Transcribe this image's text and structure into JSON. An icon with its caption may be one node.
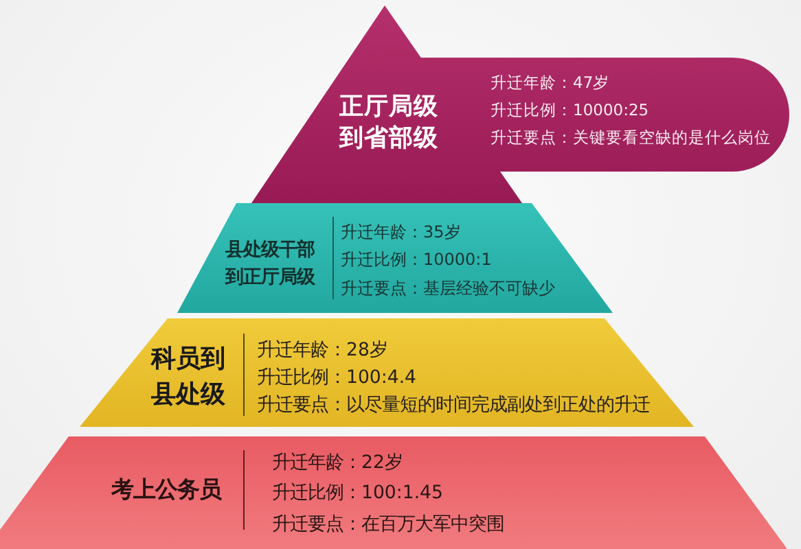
{
  "diagram": {
    "nodes": [
      {
        "text": [
          "正厅局级到省部级",
          "升迁年龄：47岁",
          "升迁比例：10000:25",
          "升迁要点：关键要看空缺的是什么岗位"
        ]
      },
      {
        "text": [
          "县处级干部到正厅局级",
          "升迁年龄：35岁",
          "升迁比例：10000:1",
          "升迁要点：基层经验不可缺少"
        ]
      },
      {
        "text": [
          "科员到县处级",
          "升迁年龄：28岁",
          "升迁比例：100:4.4",
          "升迁要点：以尽量短的时间完成副处到正处的升迁"
        ]
      },
      {
        "text": [
          "考上公务员",
          "升迁年龄：22岁",
          "升迁比例：100:1.45",
          "升迁要点：在百万大军中突围"
        ]
      }
    ]
  }
}
